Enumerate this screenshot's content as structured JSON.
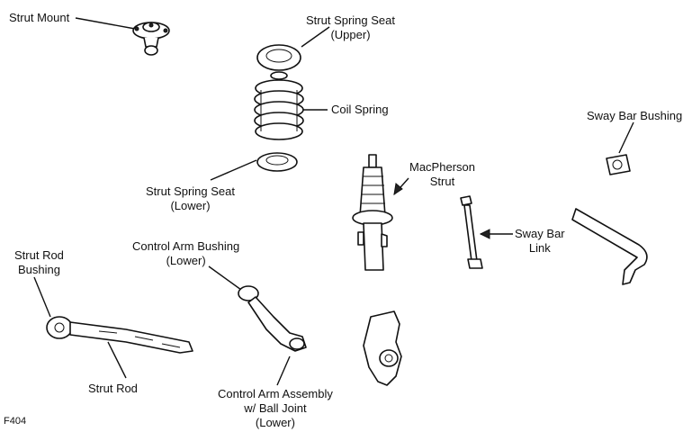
{
  "labels": {
    "strut_mount": "Strut Mount",
    "spring_seat_upper": [
      "Strut Spring Seat",
      "(Upper)"
    ],
    "coil_spring": "Coil Spring",
    "spring_seat_lower": [
      "Strut Spring Seat",
      "(Lower)"
    ],
    "macpherson_strut": [
      "MacPherson",
      "Strut"
    ],
    "sway_bar_bushing": "Sway Bar Bushing",
    "sway_bar_link": [
      "Sway Bar",
      "Link"
    ],
    "strut_rod_bushing": [
      "Strut Rod",
      "Bushing"
    ],
    "control_arm_bushing": [
      "Control Arm Bushing",
      "(Lower)"
    ],
    "strut_rod": "Strut Rod",
    "control_arm_assembly": [
      "Control Arm Assembly",
      "w/ Ball Joint",
      "(Lower)"
    ]
  },
  "figure_id": "F404"
}
